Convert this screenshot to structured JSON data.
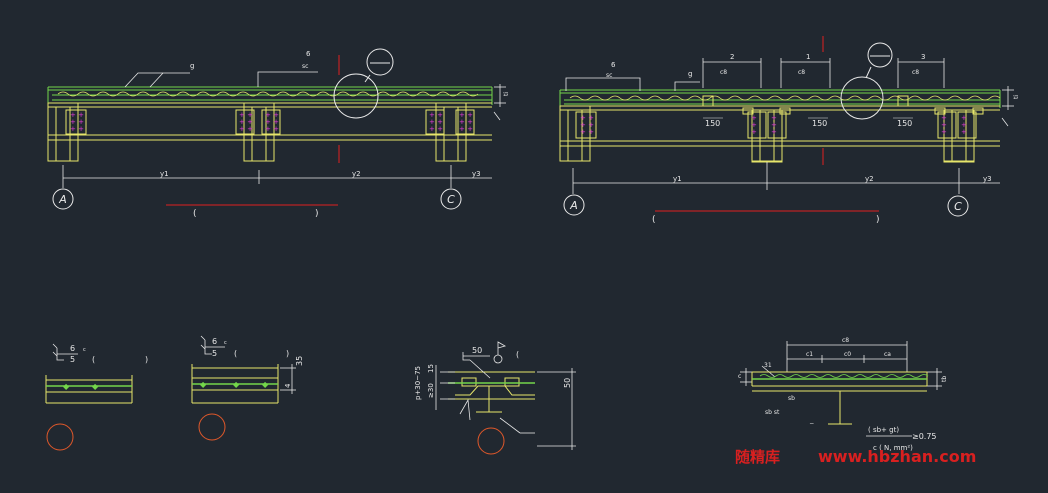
{
  "colors": {
    "background": "#212830",
    "frame": "#e6e66a",
    "slab": "#74d64a",
    "hatch": "#e6e66a",
    "bolt": "#e23cd6",
    "dimension": "#e8e8e8",
    "red_line": "#e02020",
    "orange_circle": "#e0582a",
    "watermark": "#d82020"
  },
  "left_section": {
    "leader_top": "6",
    "leader_top2": "sc",
    "leader_slab": "g",
    "dim_right": "ti",
    "spans": [
      "y1",
      "y2",
      "y3"
    ],
    "axes": [
      "A",
      "C"
    ],
    "caption_open": "(",
    "caption_close": ")"
  },
  "right_section": {
    "leader_top": "6",
    "leader_top2": "sc",
    "leader_slab": "g",
    "dim_right": "ti",
    "dim_labels": [
      "150",
      "150",
      "150"
    ],
    "top_dims": [
      {
        "num": "2",
        "sub": "c8"
      },
      {
        "num": "1",
        "sub": "c8"
      },
      {
        "num": "3",
        "sub": "c8"
      }
    ],
    "spans": [
      "y1",
      "y2",
      "y3"
    ],
    "axes": [
      "A",
      "C"
    ],
    "caption_open": "(",
    "caption_close": ")"
  },
  "details": {
    "d1": {
      "weld": "6",
      "weld_sub": "c",
      "weld_base": "5",
      "paren_open": "(",
      "paren_close": ")"
    },
    "d2": {
      "weld": "6",
      "weld_sub": "c",
      "weld_base": "5",
      "paren_open": "(",
      "paren_close": ")",
      "dim_right": "35",
      "dim_small": "4"
    },
    "d3": {
      "weld": "50",
      "left_dim_top": "15",
      "left_dim_bottom": "≥30",
      "left_dim_label": "p+30~75",
      "right_dim": "50",
      "paren": "("
    },
    "d4": {
      "top_dim": "c8",
      "sub_dims": [
        "c1",
        "c0",
        "ca"
      ],
      "left_label": "31",
      "left_label2": "c",
      "right_dim": "tb",
      "beam_label": "sb",
      "beam_label2": "sb  st",
      "formula_top": "( sb+  gt)",
      "formula_bottom": "c   ( N,  mm²)",
      "formula_ratio": "≥0.75",
      "dash": "_"
    }
  },
  "watermark": {
    "cn": "随精库",
    "url": "www.hbzhan.com"
  }
}
